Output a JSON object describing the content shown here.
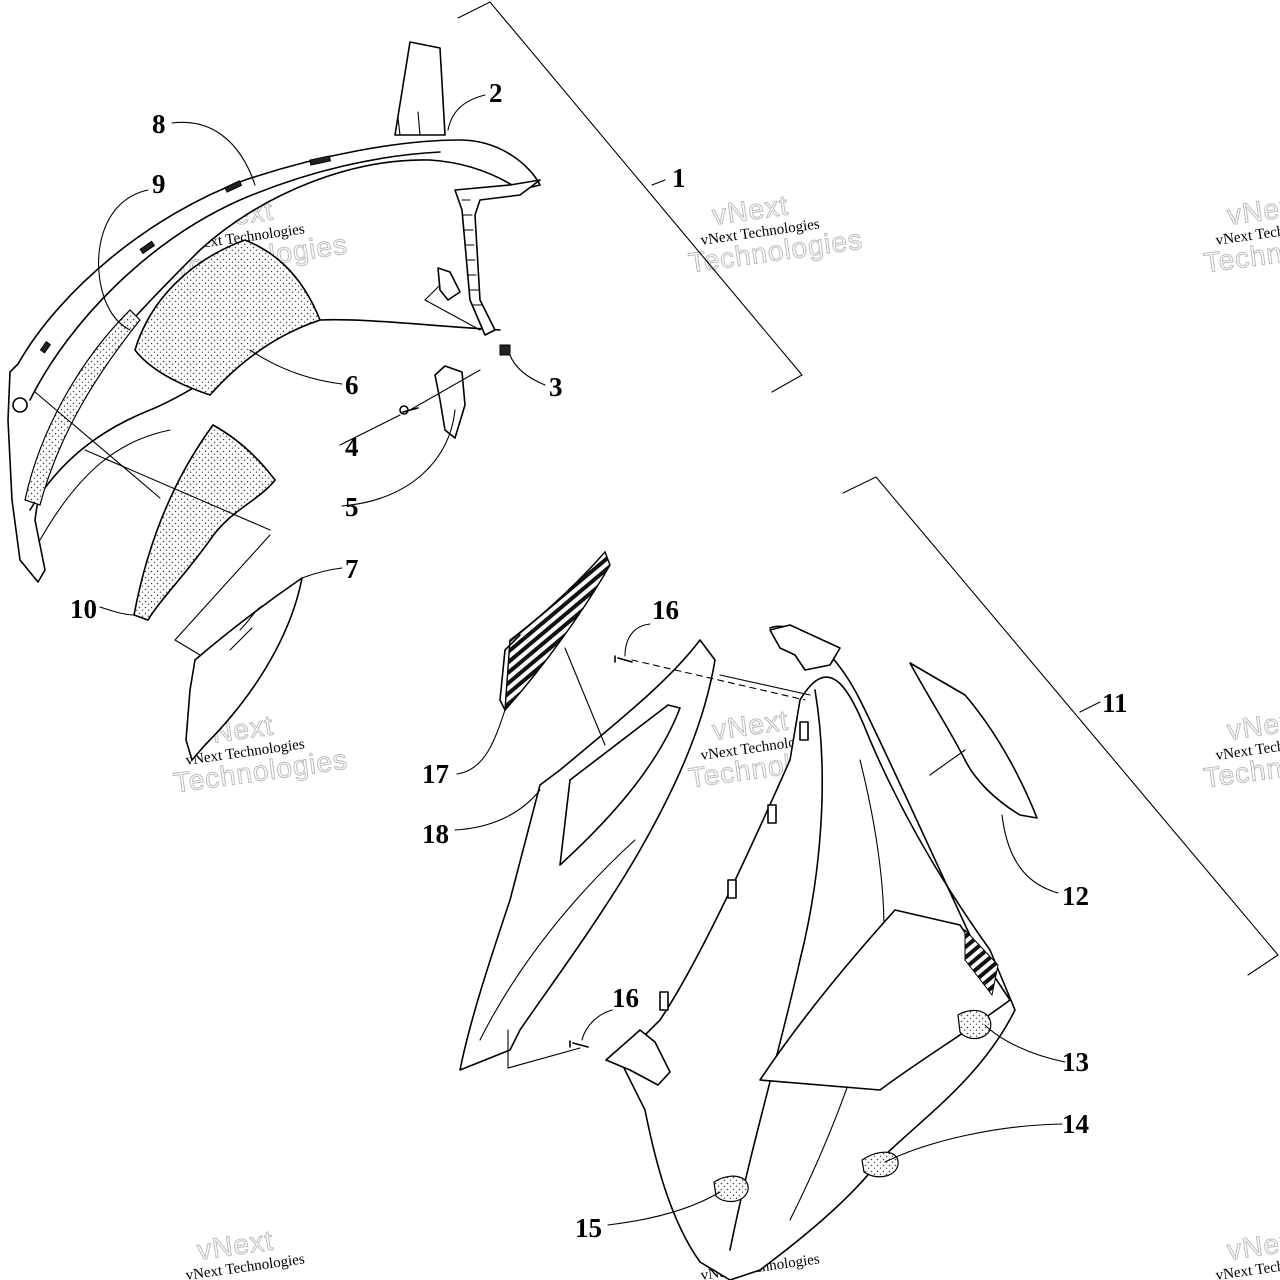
{
  "colors": {
    "ink": "#000000",
    "background": "#ffffff",
    "watermark": "#bdbdbd"
  },
  "watermark": {
    "line1": "vNext Technologies",
    "line2": "Technologies",
    "line3": "vNext"
  },
  "callouts": [
    "1",
    "2",
    "3",
    "4",
    "5",
    "6",
    "7",
    "8",
    "9",
    "10",
    "11",
    "12",
    "13",
    "14",
    "15",
    "16",
    "16",
    "17",
    "18"
  ]
}
